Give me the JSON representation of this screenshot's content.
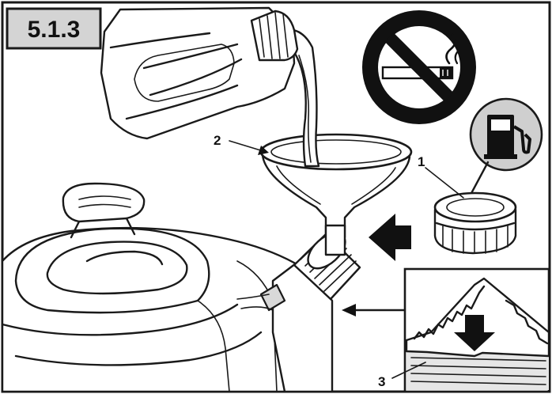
{
  "figure": {
    "badge": "5.1.3",
    "callouts": {
      "cap": "1",
      "funnel": "2",
      "level": "3"
    },
    "icons": {
      "no_smoking": "no-smoking-sign-icon",
      "fuel_pump": "fuel-pump-icon",
      "direction_arrow": "arrow-left-icon",
      "level_arrow": "arrow-down-icon"
    },
    "colors": {
      "ink": "#1a1a1a",
      "background": "#ffffff",
      "badge_fill": "#d4d4d4",
      "shading": "#d9d9d9"
    }
  }
}
